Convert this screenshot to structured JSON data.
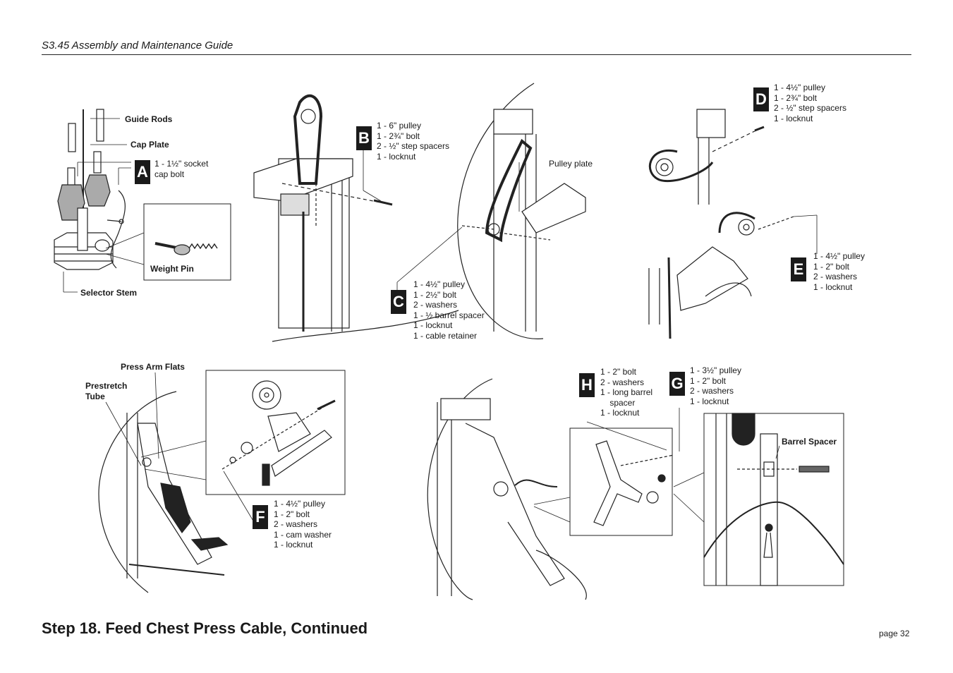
{
  "header": {
    "guide_title": "S3.45 Assembly and Maintenance Guide"
  },
  "footer": {
    "step_title": "Step 18. Feed Chest Press Cable, Continued",
    "page_label": "page 32"
  },
  "callouts": {
    "guide_rods": "Guide Rods",
    "cap_plate": "Cap Plate",
    "weight_pin": "Weight Pin",
    "selector_stem": "Selector Stem",
    "pulley_plate": "Pulley plate",
    "press_arm_flats": "Press Arm Flats",
    "prestretch_tube": "Prestretch\nTube",
    "barrel_spacer": "Barrel Spacer"
  },
  "parts": {
    "A": {
      "letter": "A",
      "list": "1 - 1½\" socket\ncap bolt"
    },
    "B": {
      "letter": "B",
      "list": "1 - 6\" pulley\n1 - 2¾\" bolt\n2 - ½\" step spacers\n1 - locknut"
    },
    "C": {
      "letter": "C",
      "list": "1 - 4½\" pulley\n1 - 2½\" bolt\n2 - washers\n1 - ½ barrel spacer\n1 - locknut\n1 - cable retainer"
    },
    "D": {
      "letter": "D",
      "list": "1 - 4½\" pulley\n1 - 2¾\" bolt\n2 - ½\" step spacers\n1 - locknut"
    },
    "E": {
      "letter": "E",
      "list": "1 - 4½\" pulley\n1 - 2\" bolt\n2 - washers\n1 - locknut"
    },
    "F": {
      "letter": "F",
      "list": "1 - 4½\" pulley\n1 - 2\" bolt\n2 - washers\n1 - cam washer\n1 - locknut"
    },
    "G": {
      "letter": "G",
      "list": "1 - 3½\" pulley\n1 - 2\" bolt\n2 - washers\n1 - locknut"
    },
    "H": {
      "letter": "H",
      "list": "1 - 2\" bolt\n2 - washers\n1 - long barrel\n    spacer\n1 - locknut"
    }
  }
}
